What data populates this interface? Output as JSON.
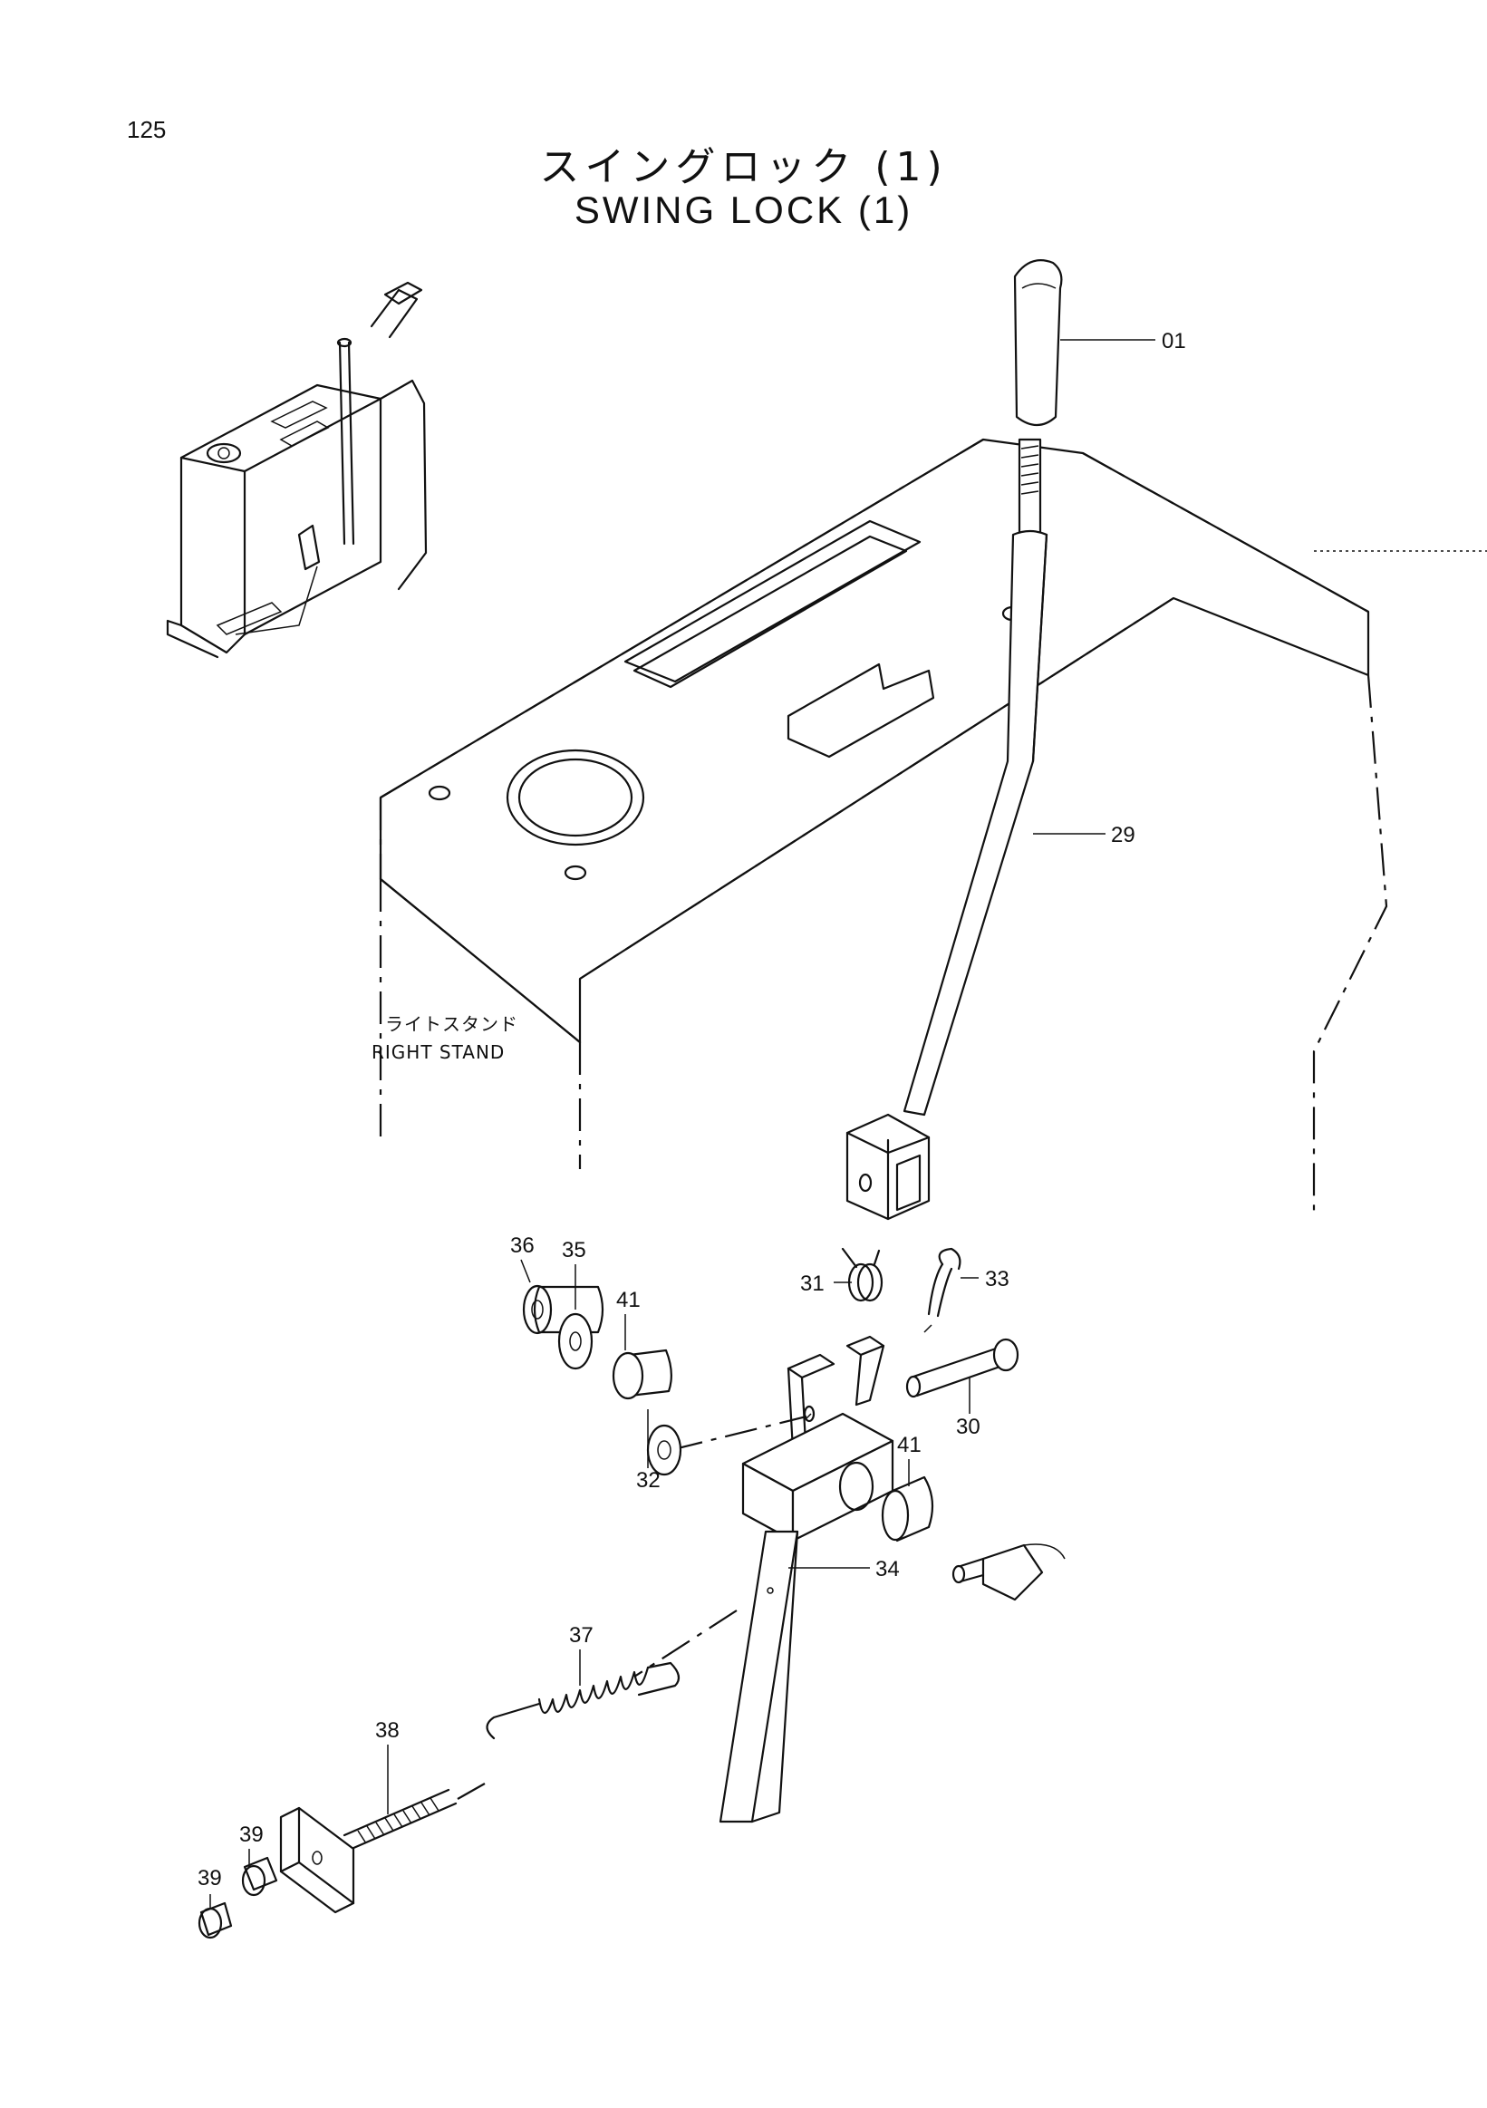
{
  "page": {
    "number": "125"
  },
  "title": {
    "japanese": "スイングロック (1)",
    "english": "SWING LOCK (1)"
  },
  "stand_label": {
    "japanese": "ライトスタンド",
    "english": "RIGHT STAND"
  },
  "parts": [
    {
      "id": "knob",
      "label": "01"
    },
    {
      "id": "lever",
      "label": "29"
    },
    {
      "id": "pin",
      "label": "30"
    },
    {
      "id": "torsion-spring",
      "label": "31"
    },
    {
      "id": "washer",
      "label": "32"
    },
    {
      "id": "cotter-pin",
      "label": "33"
    },
    {
      "id": "swing-lock-lever",
      "label": "34"
    },
    {
      "id": "washer-35",
      "label": "35"
    },
    {
      "id": "nut-36",
      "label": "36"
    },
    {
      "id": "tension-spring",
      "label": "37"
    },
    {
      "id": "threaded-rod",
      "label": "38"
    },
    {
      "id": "nut-39a",
      "label": "39"
    },
    {
      "id": "nut-39b",
      "label": "39"
    },
    {
      "id": "bushing-41a",
      "label": "41"
    },
    {
      "id": "bushing-41b",
      "label": "41"
    }
  ]
}
